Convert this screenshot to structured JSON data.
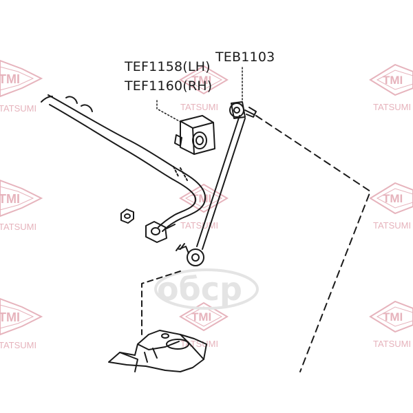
{
  "labels": {
    "bushing_lh": "TEF1158(LH)",
    "bushing_rh": "TEF1160(RH)",
    "link": "TEB1103"
  },
  "watermarks": {
    "logo_text": "TMI",
    "brand_text": "TATSUMI",
    "center_logo_text": "oбcp"
  },
  "colors": {
    "watermark": "#e6b3bc",
    "line": "#1a1a1a",
    "center_logo": "#e4e4e4"
  }
}
